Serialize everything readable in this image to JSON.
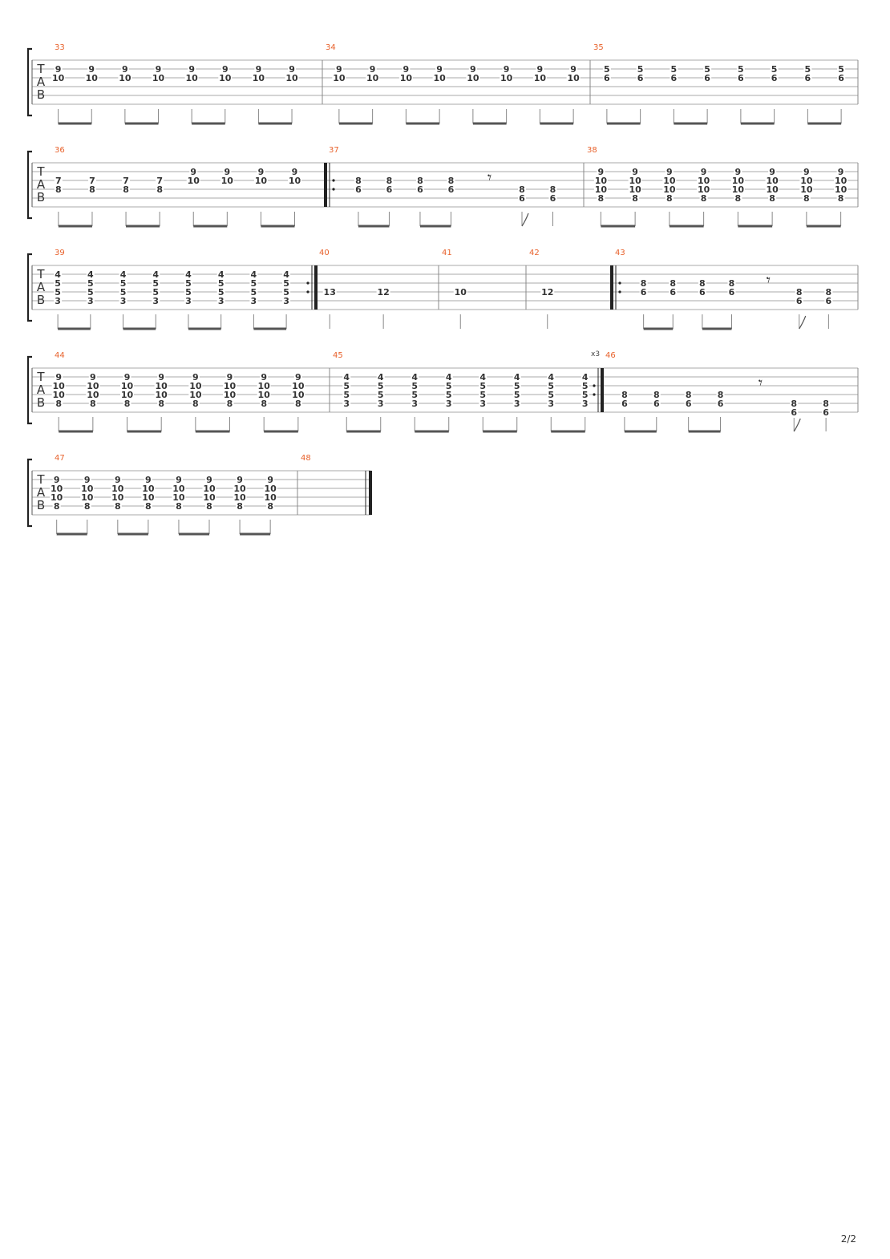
{
  "page_number": "2/2",
  "tab_clef": [
    "T",
    "A",
    "B"
  ],
  "repeat_count_label": "x3",
  "systems": [
    {
      "measures": [
        {
          "number": "33",
          "beat_groups": 4,
          "beats": [
            [
              "",
              "9",
              "10"
            ],
            [
              "",
              "9",
              "10"
            ],
            [
              "",
              "9",
              "10"
            ],
            [
              "",
              "9",
              "10"
            ],
            [
              "",
              "9",
              "10"
            ],
            [
              "",
              "9",
              "10"
            ],
            [
              "",
              "9",
              "10"
            ],
            [
              "",
              "9",
              "10"
            ]
          ]
        },
        {
          "number": "34",
          "beat_groups": 4,
          "beats": [
            [
              "",
              "9",
              "10"
            ],
            [
              "",
              "9",
              "10"
            ],
            [
              "",
              "9",
              "10"
            ],
            [
              "",
              "9",
              "10"
            ],
            [
              "",
              "9",
              "10"
            ],
            [
              "",
              "9",
              "10"
            ],
            [
              "",
              "9",
              "10"
            ],
            [
              "",
              "9",
              "10"
            ]
          ]
        },
        {
          "number": "35",
          "beat_groups": 4,
          "beats": [
            [
              "",
              "5",
              "6"
            ],
            [
              "",
              "5",
              "6"
            ],
            [
              "",
              "5",
              "6"
            ],
            [
              "",
              "5",
              "6"
            ],
            [
              "",
              "5",
              "6"
            ],
            [
              "",
              "5",
              "6"
            ],
            [
              "",
              "5",
              "6"
            ],
            [
              "",
              "5",
              "6"
            ]
          ]
        }
      ]
    },
    {
      "measures": [
        {
          "number": "36",
          "beat_groups": 4,
          "beats": [
            [
              "",
              "",
              "7",
              "8"
            ],
            [
              "",
              "",
              "7",
              "8"
            ],
            [
              "",
              "",
              "7",
              "8"
            ],
            [
              "",
              "",
              "7",
              "8"
            ],
            [
              "",
              "9",
              "10"
            ],
            [
              "",
              "9",
              "10"
            ],
            [
              "",
              "9",
              "10"
            ],
            [
              "",
              "9",
              "10"
            ]
          ]
        },
        {
          "number": "37",
          "repeat_start": true,
          "pattern": "rest",
          "beats": [
            [
              "",
              "",
              "8",
              "6"
            ],
            [
              "",
              "",
              "8",
              "6"
            ],
            [
              "",
              "",
              "8",
              "6"
            ],
            [
              "",
              "",
              "8",
              "6"
            ],
            [
              "",
              "",
              "",
              "8",
              "6"
            ],
            [
              "",
              "",
              "",
              "8",
              "6"
            ]
          ]
        },
        {
          "number": "38",
          "beat_groups": 4,
          "beats": [
            [
              "",
              "9",
              "10",
              "10",
              "8"
            ],
            [
              "",
              "9",
              "10",
              "10",
              "8"
            ],
            [
              "",
              "9",
              "10",
              "10",
              "8"
            ],
            [
              "",
              "9",
              "10",
              "10",
              "8"
            ],
            [
              "",
              "9",
              "10",
              "10",
              "8"
            ],
            [
              "",
              "9",
              "10",
              "10",
              "8"
            ],
            [
              "",
              "9",
              "10",
              "10",
              "8"
            ],
            [
              "",
              "9",
              "10",
              "10",
              "8"
            ]
          ]
        }
      ]
    },
    {
      "measures": [
        {
          "number": "39",
          "repeat_end": true,
          "beat_groups": 4,
          "beats": [
            [
              "",
              "4",
              "5",
              "5",
              "3"
            ],
            [
              "",
              "4",
              "5",
              "5",
              "3"
            ],
            [
              "",
              "4",
              "5",
              "5",
              "3"
            ],
            [
              "",
              "4",
              "5",
              "5",
              "3"
            ],
            [
              "",
              "4",
              "5",
              "5",
              "3"
            ],
            [
              "",
              "4",
              "5",
              "5",
              "3"
            ],
            [
              "",
              "4",
              "5",
              "5",
              "3"
            ],
            [
              "",
              "4",
              "5",
              "5",
              "3"
            ]
          ]
        },
        {
          "number": "40",
          "pattern": "halves",
          "beats": [
            [
              "",
              "",
              "",
              "13"
            ],
            [
              "",
              "",
              "",
              "12"
            ]
          ]
        },
        {
          "number": "41",
          "pattern": "whole",
          "beats": [
            [
              "",
              "",
              "",
              "10"
            ]
          ]
        },
        {
          "number": "42",
          "pattern": "whole",
          "beats": [
            [
              "",
              "",
              "",
              "12"
            ]
          ]
        },
        {
          "number": "43",
          "repeat_start": true,
          "pattern": "rest",
          "beats": [
            [
              "",
              "",
              "8",
              "6"
            ],
            [
              "",
              "",
              "8",
              "6"
            ],
            [
              "",
              "",
              "8",
              "6"
            ],
            [
              "",
              "",
              "8",
              "6"
            ],
            [
              "",
              "",
              "",
              "8",
              "6"
            ],
            [
              "",
              "",
              "",
              "8",
              "6"
            ]
          ]
        }
      ]
    },
    {
      "measures": [
        {
          "number": "44",
          "beat_groups": 4,
          "beats": [
            [
              "",
              "9",
              "10",
              "10",
              "8"
            ],
            [
              "",
              "9",
              "10",
              "10",
              "8"
            ],
            [
              "",
              "9",
              "10",
              "10",
              "8"
            ],
            [
              "",
              "9",
              "10",
              "10",
              "8"
            ],
            [
              "",
              "9",
              "10",
              "10",
              "8"
            ],
            [
              "",
              "9",
              "10",
              "10",
              "8"
            ],
            [
              "",
              "9",
              "10",
              "10",
              "8"
            ],
            [
              "",
              "9",
              "10",
              "10",
              "8"
            ]
          ]
        },
        {
          "number": "45",
          "repeat_end": true,
          "repeat_count": true,
          "beat_groups": 4,
          "beats": [
            [
              "",
              "4",
              "5",
              "5",
              "3"
            ],
            [
              "",
              "4",
              "5",
              "5",
              "3"
            ],
            [
              "",
              "4",
              "5",
              "5",
              "3"
            ],
            [
              "",
              "4",
              "5",
              "5",
              "3"
            ],
            [
              "",
              "4",
              "5",
              "5",
              "3"
            ],
            [
              "",
              "4",
              "5",
              "5",
              "3"
            ],
            [
              "",
              "4",
              "5",
              "5",
              "3"
            ],
            [
              "",
              "4",
              "5",
              "5",
              "3"
            ]
          ]
        },
        {
          "number": "46",
          "pattern": "rest",
          "beats": [
            [
              "",
              "",
              "",
              "8",
              "6"
            ],
            [
              "",
              "",
              "",
              "8",
              "6"
            ],
            [
              "",
              "",
              "",
              "8",
              "6"
            ],
            [
              "",
              "",
              "",
              "8",
              "6"
            ],
            [
              "",
              "",
              "",
              "",
              "8",
              "6"
            ],
            [
              "",
              "",
              "",
              "",
              "8",
              "6"
            ]
          ]
        }
      ]
    },
    {
      "measures": [
        {
          "number": "47",
          "beat_groups": 4,
          "beats": [
            [
              "",
              "9",
              "10",
              "10",
              "8"
            ],
            [
              "",
              "9",
              "10",
              "10",
              "8"
            ],
            [
              "",
              "9",
              "10",
              "10",
              "8"
            ],
            [
              "",
              "9",
              "10",
              "10",
              "8"
            ],
            [
              "",
              "9",
              "10",
              "10",
              "8"
            ],
            [
              "",
              "9",
              "10",
              "10",
              "8"
            ],
            [
              "",
              "9",
              "10",
              "10",
              "8"
            ],
            [
              "",
              "9",
              "10",
              "10",
              "8"
            ]
          ]
        },
        {
          "number": "48",
          "final": true,
          "pattern": "empty",
          "beats": []
        }
      ]
    }
  ]
}
